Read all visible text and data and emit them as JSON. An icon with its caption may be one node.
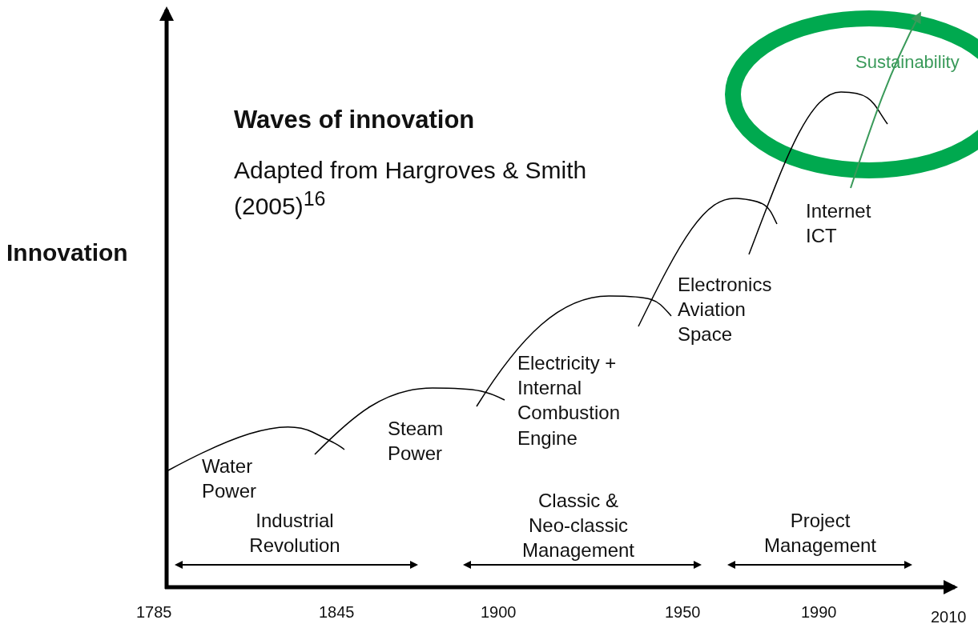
{
  "diagram": {
    "title": "Waves of innovation",
    "labels": [
      "Sustainability",
      "Adapted from Hargroves & Smith (2005)$^{16}$",
      "Internet ICT",
      "Innovation",
      "Electronics Aviation Space",
      "Electricity + Internal Combustion Engine",
      "Steam Power",
      "Water Power",
      "Classic & Neo-classic Management",
      "Industrial Revolution",
      "Project Management",
      "1785",
      "1845",
      "1900",
      "1950",
      "1990",
      "2010"
    ]
  }
}
